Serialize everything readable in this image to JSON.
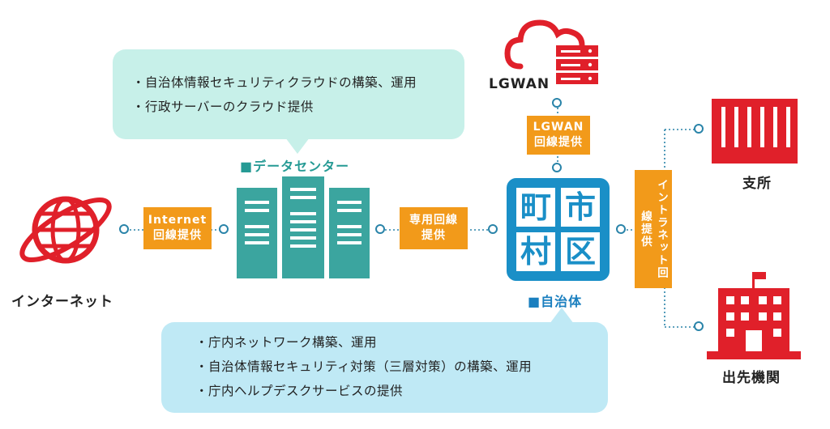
{
  "datacenter_bubble": {
    "lines": [
      "・自治体情報セキュリティクラウドの構築、運用",
      "・行政サーバーのクラウド提供"
    ]
  },
  "municipality_bubble": {
    "lines": [
      "・庁内ネットワーク構築、運用",
      "・自治体情報セキュリティ対策（三層対策）の構築、運用",
      "・庁内ヘルプデスクサービスの提供"
    ]
  },
  "nodes": {
    "internet": "インターネット",
    "datacenter": "■データセンター",
    "lgwan": "LGWAN",
    "municipality": "■自治体",
    "branch": "支所",
    "outpost": "出先機関"
  },
  "municipality_chars": [
    "町",
    "市",
    "村",
    "区"
  ],
  "links": {
    "internet": [
      "Internet",
      "回線提供"
    ],
    "dedicated": [
      "専用回線",
      "提供"
    ],
    "lgwan": [
      "LGWAN",
      "回線提供"
    ],
    "intranet": "イントラネット回線提供"
  },
  "colors": {
    "accent_red": "#e0202a",
    "accent_orange": "#f29a1a",
    "teal": "#3ba59f",
    "municipality_blue": "#1a8fc7",
    "bubble_mint": "#c7f0e9",
    "bubble_blue": "#bfe9f5"
  }
}
